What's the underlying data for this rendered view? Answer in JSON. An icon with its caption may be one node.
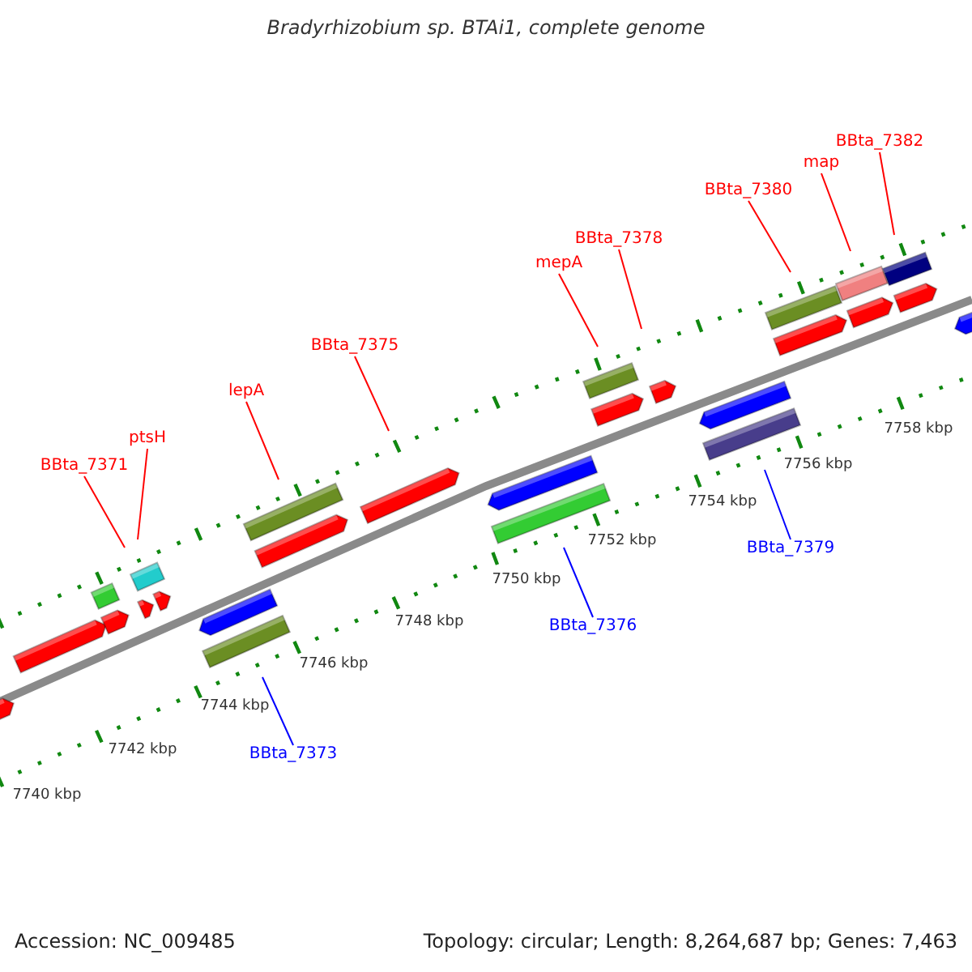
{
  "diagram": {
    "title": "Bradyrhizobium sp. BTAi1, complete genome",
    "nodes": [
      {
        "text": [
          "BBta_7371"
        ]
      },
      {
        "text": [
          "ptsH"
        ]
      },
      {
        "text": [
          "lepA"
        ]
      },
      {
        "text": [
          "BBta_7375"
        ]
      },
      {
        "text": [
          "mepA"
        ]
      },
      {
        "text": [
          "BBta_7378"
        ]
      },
      {
        "text": [
          "BBta_7380"
        ]
      },
      {
        "text": [
          "map"
        ]
      },
      {
        "text": [
          "BBta_7382"
        ]
      },
      {
        "text": [
          "BBta_7373"
        ]
      },
      {
        "text": [
          "BBta_7376"
        ]
      },
      {
        "text": [
          "BBta_7379"
        ]
      }
    ],
    "edges": [
      {
        "from": 0,
        "to": null,
        "arrow": "none",
        "color": "#ff0000"
      },
      {
        "from": 1,
        "to": null,
        "arrow": "none",
        "color": "#ff0000"
      },
      {
        "from": 2,
        "to": null,
        "arrow": "none",
        "color": "#ff0000"
      },
      {
        "from": 3,
        "to": null,
        "arrow": "none",
        "color": "#ff0000"
      },
      {
        "from": 4,
        "to": null,
        "arrow": "none",
        "color": "#ff0000"
      },
      {
        "from": 5,
        "to": null,
        "arrow": "none",
        "color": "#ff0000"
      },
      {
        "from": 6,
        "to": null,
        "arrow": "none",
        "color": "#ff0000"
      },
      {
        "from": 7,
        "to": null,
        "arrow": "none",
        "color": "#ff0000"
      },
      {
        "from": 8,
        "to": null,
        "arrow": "none",
        "color": "#ff0000"
      },
      {
        "from": 9,
        "to": null,
        "arrow": "none",
        "color": "#0000ff"
      },
      {
        "from": 10,
        "to": null,
        "arrow": "none",
        "color": "#0000ff"
      },
      {
        "from": 11,
        "to": null,
        "arrow": "none",
        "color": "#0000ff"
      }
    ],
    "labels": [
      "7758 kbp",
      "7756 kbp",
      "7754 kbp",
      "7752 kbp",
      "7750 kbp",
      "7748 kbp",
      "7746 kbp",
      "7744 kbp",
      "7742 kbp",
      "7740 kbp",
      "Accession: NC_009485",
      "Topology: circular; Length: 8,264,687 bp; Genes: 7,463"
    ]
  }
}
